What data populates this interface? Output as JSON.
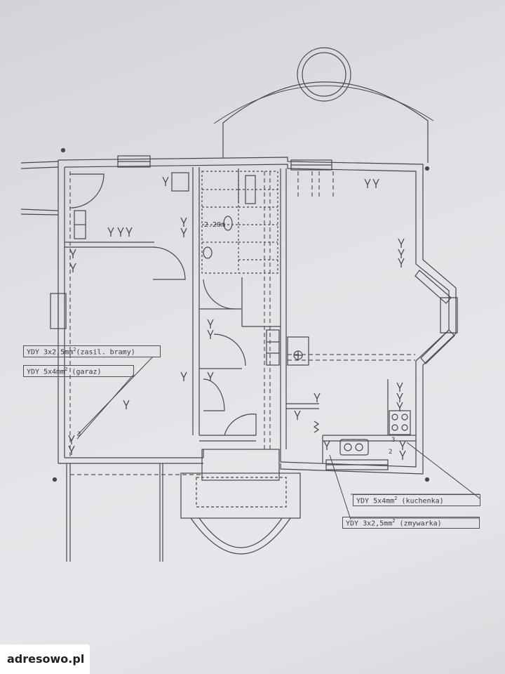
{
  "annotations": {
    "gate_cable": {
      "prefix": "YDY 3x2,5mm",
      "sup": "2",
      "suffix": "(zasil. bramy)"
    },
    "garage_cable": {
      "prefix": "YDY 5x4mm",
      "sup": "2",
      "suffix": "  (garaz)"
    },
    "stove_cable": {
      "prefix": "YDY 5x4mm",
      "sup": "2",
      "suffix": "  (kuchenka)"
    },
    "dishwasher_cable": {
      "prefix": "YDY 3x2,5mm",
      "sup": "2",
      "suffix": " (zmywarka)"
    },
    "stair_height": "2.20m",
    "outlet_count_garage": "3",
    "outlet_count_kitchen_a": "3",
    "outlet_count_kitchen_b": "2"
  },
  "watermark": {
    "brand": "adresowo.pl"
  },
  "colors": {
    "line": "#47474c",
    "paper": "#e2e3e6",
    "dash": "#55555a"
  }
}
